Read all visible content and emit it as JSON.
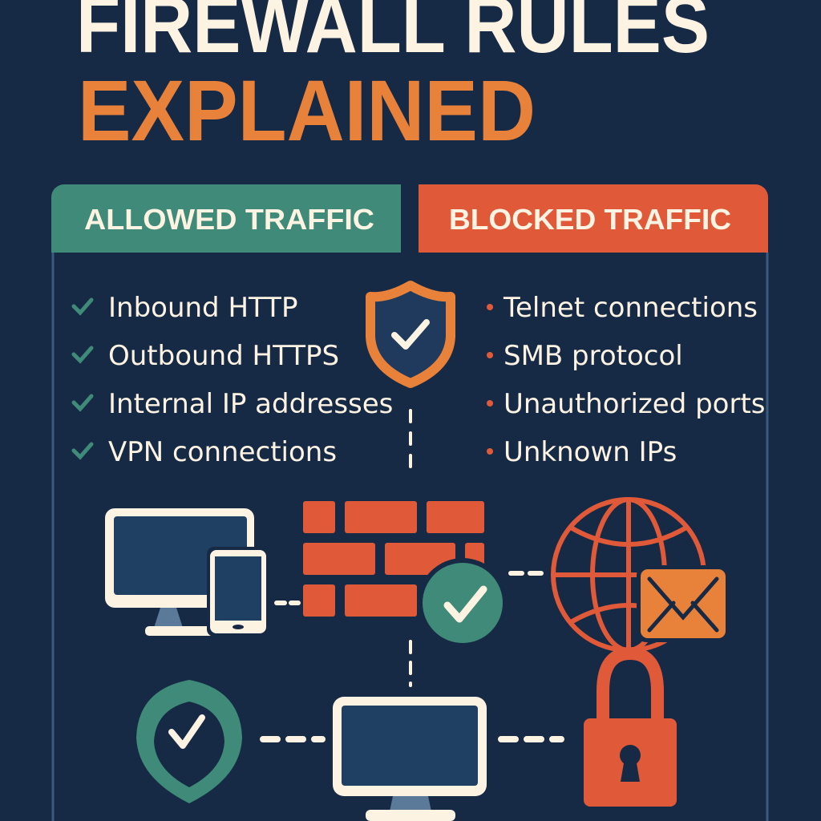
{
  "title": {
    "line1": "FIREWALL RULES",
    "line2": "EXPLAINED"
  },
  "allowed": {
    "header": "ALLOWED TRAFFIC",
    "items": [
      "Inbound HTTP",
      "Outbound HTTPS",
      "Internal IP addresses",
      "VPN connections"
    ]
  },
  "blocked": {
    "header": "BLOCKED TRAFFIC",
    "items": [
      "Telnet connections",
      "SMB protocol",
      "Unauthorized ports",
      "Unknown IPs"
    ]
  },
  "colors": {
    "background": "#172a45",
    "cream": "#fdf3e3",
    "orange": "#e8813a",
    "teal": "#3f8a78",
    "red": "#e05a3a",
    "screen": "#1f4063"
  },
  "icons": [
    "shield-check-icon",
    "desktop-icon",
    "phone-icon",
    "brick-wall-icon",
    "check-circle-icon",
    "globe-icon",
    "envelope-icon",
    "shield-check-badge-icon",
    "monitor-icon",
    "padlock-icon"
  ]
}
